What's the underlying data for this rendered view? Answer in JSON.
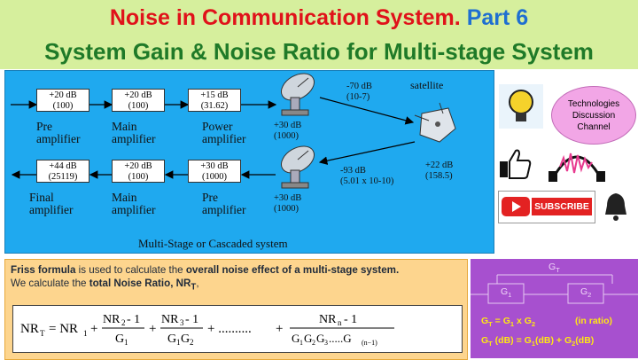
{
  "header": {
    "title_red": "Noise in Communication System.",
    "title_blue": "Part 6",
    "subtitle": "System Gain & Noise Ratio for Multi-stage System"
  },
  "diagram": {
    "top_row": [
      {
        "db": "+20 dB",
        "ratio": "(100)",
        "label1": "Pre",
        "label2": "amplifier"
      },
      {
        "db": "+20 dB",
        "ratio": "(100)",
        "label1": "Main",
        "label2": "amplifier"
      },
      {
        "db": "+15 dB",
        "ratio": "(31.62)",
        "label1": "Power",
        "label2": "amplifier"
      }
    ],
    "bottom_row": [
      {
        "db": "+44 dB",
        "ratio": "(25119)",
        "label1": "Final",
        "label2": "amplifier"
      },
      {
        "db": "+20 dB",
        "ratio": "(100)",
        "label1": "Main",
        "label2": "amplifier"
      },
      {
        "db": "+30 dB",
        "ratio": "(1000)",
        "label1": "Pre",
        "label2": "amplifier"
      }
    ],
    "tx_antenna": {
      "db": "+30 dB",
      "ratio": "(1000)"
    },
    "rx_antenna": {
      "db": "+30 dB",
      "ratio": "(1000)"
    },
    "uplink": {
      "db": "-70 dB",
      "ratio": "(10-7)"
    },
    "downlink": {
      "db": "-93 dB",
      "ratio": "(5.01 x 10-10)"
    },
    "satellite_label": "satellite",
    "satellite_gain": {
      "db": "+22 dB",
      "ratio": "(158.5)"
    },
    "caption": "Multi-Stage or Cascaded system"
  },
  "friss": {
    "t1": "Friss formula",
    "t2": " is used to calculate the ",
    "t3": "overall noise effect of a multi-stage system.",
    "t4": "We calculate the ",
    "t5": "total Noise Ratio, NR",
    "t5sub": "T",
    "t6": ","
  },
  "gain": {
    "gt_top": "G",
    "gt_top_sub": "T",
    "g1": "G",
    "g1_sub": "1",
    "g2": "G",
    "g2_sub": "2",
    "formula1": "G",
    "formula1_note": "(in ratio)"
  },
  "channel": {
    "name1": "Technologies",
    "name2": "Discussion",
    "name3": "Channel",
    "subscribe": "SUBSCRIBE"
  },
  "colors": {
    "diagram_bg": "#1fa9ef",
    "header_bg": "#d6ef9d",
    "friss_bg": "#fdd58e",
    "gain_bg": "#a750cf"
  }
}
